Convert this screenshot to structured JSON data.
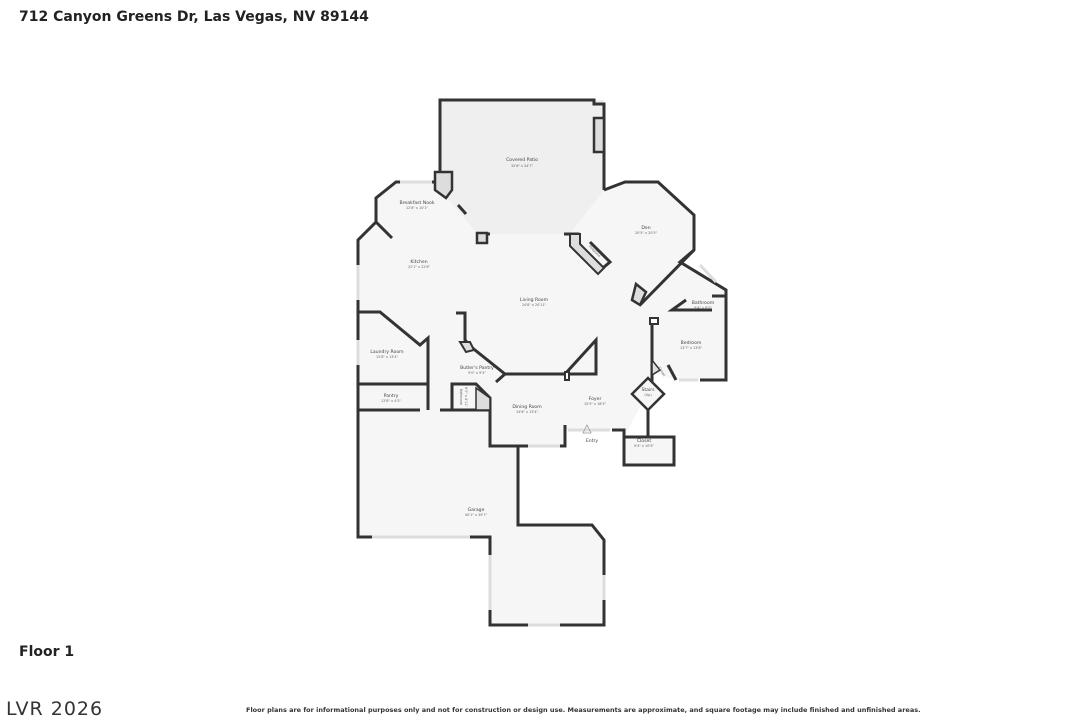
{
  "header": {
    "address": "712 Canyon Greens Dr, Las Vegas, NV 89144"
  },
  "floor_label": "Floor 1",
  "logo": "LVR 2026",
  "disclaimer": "Floor plans are for informational purposes only and not for construction or design use. Measurements are approximate, and square footage may include finished and unfinished areas.",
  "rooms": {
    "patio": {
      "name": "Covered Patio",
      "dims": "32'6\" x 24'7\""
    },
    "nook": {
      "name": "Breakfast Nook",
      "dims": "12'8\" x 10'1\""
    },
    "kitchen": {
      "name": "Kitchen",
      "dims": "22'1\" x 22'8\""
    },
    "living": {
      "name": "Living Room",
      "dims": "24'8\" x 20'11\""
    },
    "den": {
      "name": "Den",
      "dims": "20'5\" x 20'5\""
    },
    "fireplace": {
      "name": "Fireplace"
    },
    "bath1": {
      "name": "Bathroom",
      "dims": "9'4\" x 8'5\""
    },
    "bedroom": {
      "name": "Bedroom",
      "dims": "13'7\" x 13'8\""
    },
    "closet_small": {
      "name": "Closet"
    },
    "laundry": {
      "name": "Laundry Room",
      "dims": "12'8\" x 13'4\""
    },
    "butler": {
      "name": "Butler's Pantry",
      "dims": "9'0\" x 9'3\""
    },
    "pantry": {
      "name": "Pantry",
      "dims": "12'8\" x 4'3\""
    },
    "bath2": {
      "name": "Bathroom",
      "dims": "8'0\" x 4'11\""
    },
    "dining": {
      "name": "Dining Room",
      "dims": "14'6\" x 13'4\""
    },
    "foyer": {
      "name": "Foyer",
      "dims": "15'5\" x 16'5\""
    },
    "stairs": {
      "name": "Stairs",
      "sub": "(Up)"
    },
    "entry": {
      "name": "Entry"
    },
    "closet": {
      "name": "Closet",
      "dims": "9'4\" x 10'9\""
    },
    "garage": {
      "name": "Garage",
      "dims": "40'1\" x 39'7\""
    }
  }
}
